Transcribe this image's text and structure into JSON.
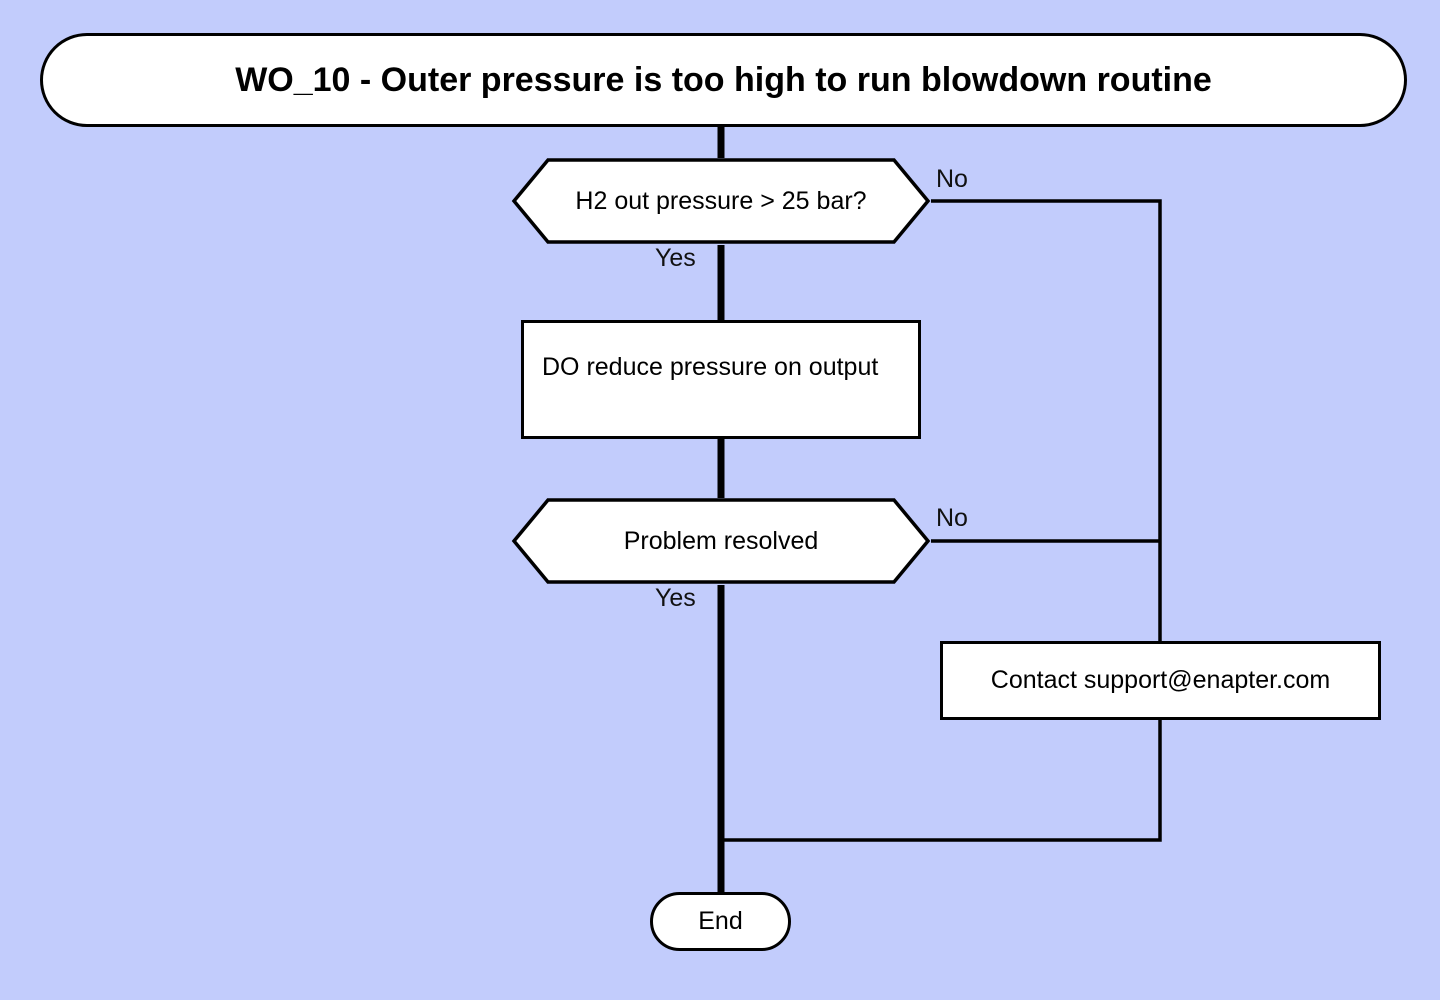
{
  "diagram": {
    "title": "WO_10 - Outer pressure is too high to run blowdown routine",
    "background_color": "#c2ccfc",
    "node_fill_color": "#ffffff",
    "stroke_color": "#000000",
    "nodes": {
      "title": {
        "label": "WO_10 - Outer pressure is too high to run blowdown routine",
        "shape": "terminator"
      },
      "decision1": {
        "label": "H2 out pressure > 25 bar?",
        "shape": "hexagon"
      },
      "process_do": {
        "label": "DO reduce pressure on output",
        "shape": "rectangle"
      },
      "decision2": {
        "label": "Problem resolved",
        "shape": "hexagon"
      },
      "process_contact": {
        "label": "Contact support@enapter.com",
        "shape": "rectangle"
      },
      "end": {
        "label": "End",
        "shape": "terminator"
      }
    },
    "edges": {
      "decision1_yes": "Yes",
      "decision1_no": "No",
      "decision2_yes": "Yes",
      "decision2_no": "No"
    }
  }
}
